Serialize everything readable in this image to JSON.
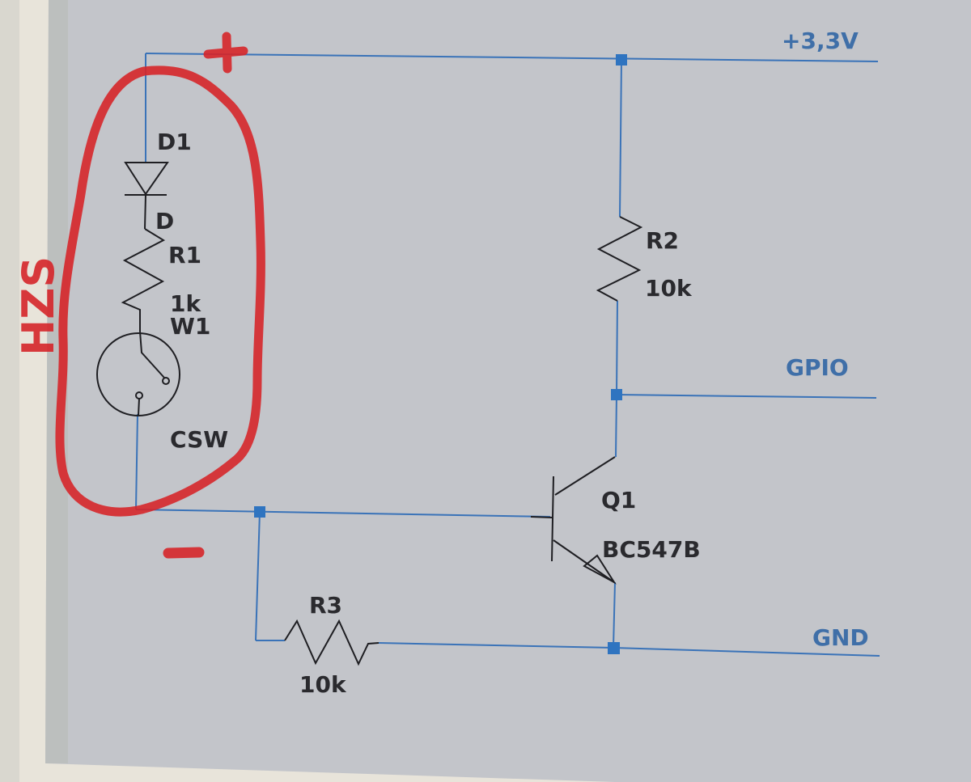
{
  "diagram": {
    "type": "circuit-schematic",
    "colors": {
      "paper": "#e6e2d8",
      "panel": "#bfc2c7",
      "wire": "#3a73b8",
      "component": "#1e1e22",
      "net_label": "#3f6fa8",
      "annotation": "#d6262a"
    },
    "nets": {
      "vcc": "+3,3V",
      "gpio": "GPIO",
      "gnd": "GND"
    },
    "components": {
      "d1": {
        "ref": "D1",
        "value": "D",
        "type": "diode"
      },
      "r1": {
        "ref": "R1",
        "value": "1k",
        "type": "resistor"
      },
      "w1": {
        "ref": "W1",
        "value": "CSW",
        "type": "switch"
      },
      "r2": {
        "ref": "R2",
        "value": "10k",
        "type": "resistor"
      },
      "q1": {
        "ref": "Q1",
        "value": "BC547B",
        "type": "npn-transistor"
      },
      "r3": {
        "ref": "R3",
        "value": "10k",
        "type": "resistor"
      }
    },
    "annotations": {
      "plus": "+",
      "minus": "−",
      "side_note": "HZS"
    }
  }
}
